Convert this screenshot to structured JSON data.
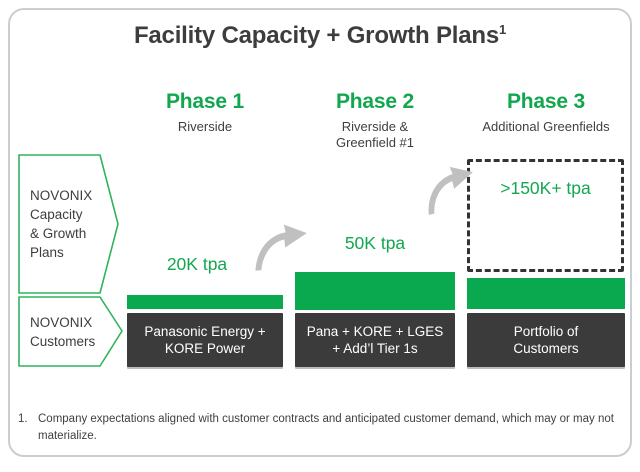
{
  "title": {
    "text": "Facility Capacity + Growth Plans",
    "superscript": "1"
  },
  "left_tags": {
    "capacity": {
      "line1": "NOVONIX",
      "line2": "Capacity",
      "line3": "& Growth",
      "line4": "Plans"
    },
    "customers": {
      "line1": "NOVONIX",
      "line2": "Customers"
    }
  },
  "phases": [
    {
      "name": "Phase 1",
      "subtitle_line1": "Riverside",
      "subtitle_line2": "",
      "capacity_label": "20K tpa",
      "customers_line1": "Panasonic Energy +",
      "customers_line2": "KORE Power"
    },
    {
      "name": "Phase 2",
      "subtitle_line1": "Riverside &",
      "subtitle_line2": "Greenfield #1",
      "capacity_label": "50K tpa",
      "customers_line1": "Pana + KORE + LGES",
      "customers_line2": "+ Add’l Tier 1s"
    },
    {
      "name": "Phase 3",
      "subtitle_line1": "Additional Greenfields",
      "subtitle_line2": "",
      "capacity_label": ">150K+ tpa",
      "customers_line1": "Portfolio of",
      "customers_line2": "Customers"
    }
  ],
  "footnote": {
    "number": "1.",
    "text": "Company expectations aligned with customer contracts and anticipated customer demand, which may or may not materialize."
  },
  "colors": {
    "brand_green": "#0aa84f",
    "outline_green": "#2fb45c",
    "dark_box": "#3b3b3b",
    "arrow_gray": "#c0c0c0",
    "frame_border": "#c9ced1",
    "dashed_border": "#333333",
    "text_dark": "#3d3d3d"
  }
}
